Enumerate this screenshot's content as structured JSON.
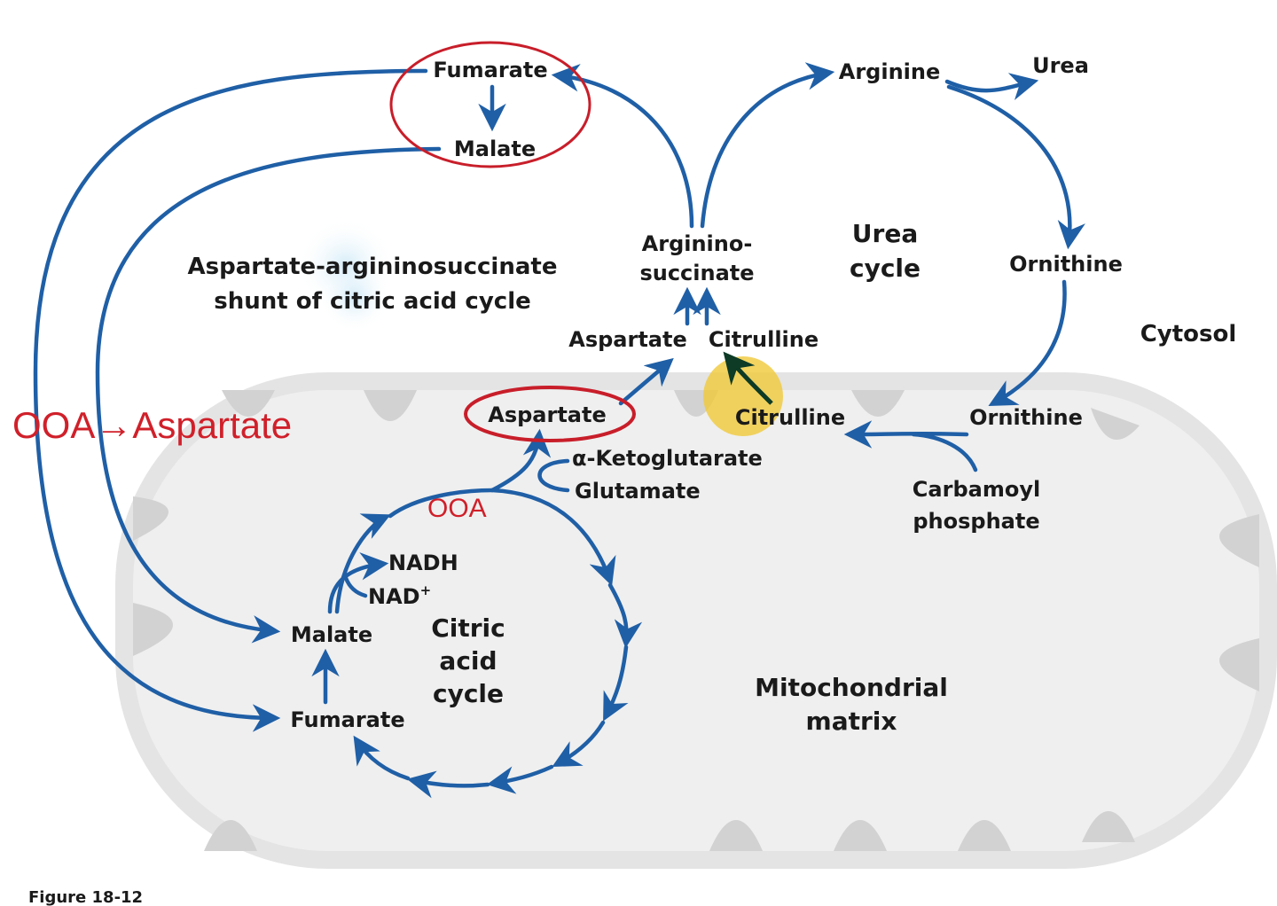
{
  "title_left": [
    "Aspartate-argininosuccinate",
    "shunt of citric acid cycle"
  ],
  "urea_cycle": [
    "Urea",
    "cycle"
  ],
  "citric_cycle": [
    "Citric",
    "acid",
    "cycle"
  ],
  "compartments": {
    "cytosol": "Cytosol",
    "matrix": [
      "Mitochondrial",
      "matrix"
    ]
  },
  "metabolites": {
    "fumarate_top": "Fumarate",
    "malate_top": "Malate",
    "arginine": "Arginine",
    "urea": "Urea",
    "argininosuccinate": [
      "Arginino-",
      "succinate"
    ],
    "ornithine_cytosol": "Ornithine",
    "aspartate_cytosol": "Aspartate",
    "citrulline_cytosol": "Citrulline",
    "aspartate_matrix": "Aspartate",
    "citrulline_matrix": "Citrulline",
    "ornithine_matrix": "Ornithine",
    "akg": "α-Ketoglutarate",
    "glutamate": "Glutamate",
    "carbamoyl": [
      "Carbamoyl",
      "phosphate"
    ],
    "nadh": "NADH",
    "nad": "NAD",
    "nad_sup": "+",
    "malate_bottom": "Malate",
    "fumarate_bottom": "Fumarate"
  },
  "annotations": {
    "ooa_aspartate": "OOA→Aspartate",
    "ooa": "OOA"
  },
  "figure_caption": "Figure 18-12",
  "colors": {
    "arrow": "#1f5fa6",
    "annotation": "#d0202a",
    "membrane_fill": "#e4e4e4",
    "cristae_fill": "#cfcfcf",
    "highlight": "#f0c93a"
  }
}
